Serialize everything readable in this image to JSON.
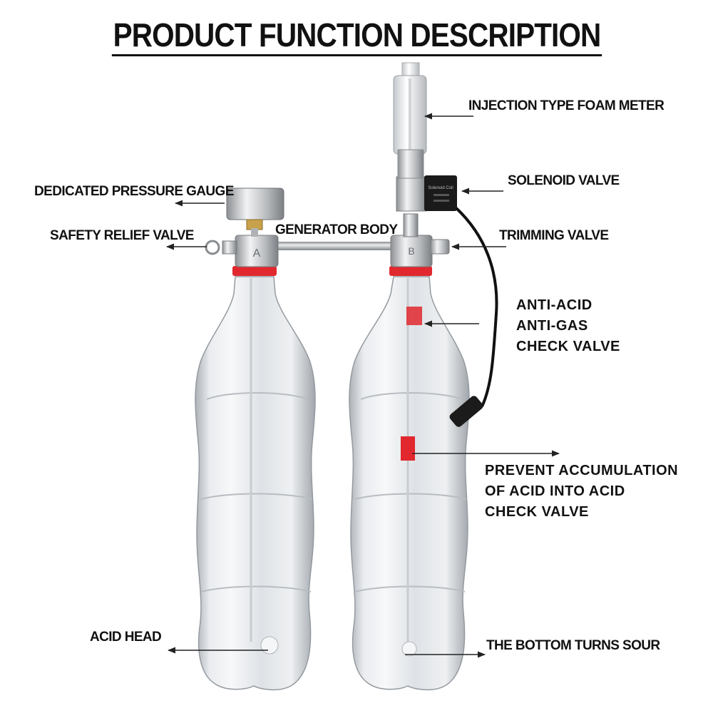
{
  "title": "PRODUCT FUNCTION DESCRIPTION",
  "labels": {
    "foam_meter": "INJECTION TYPE FOAM METER",
    "solenoid": "SOLENOID VALVE",
    "pressure_gauge": "DEDICATED PRESSURE GAUGE",
    "relief_valve": "SAFETY RELIEF VALVE",
    "generator_body": "GENERATOR BODY",
    "trimming_valve": "TRIMMING VALVE",
    "check_valve": [
      "ANTI-ACID",
      "ANTI-GAS",
      "CHECK VALVE"
    ],
    "prevent": [
      "PREVENT ACCUMULATION",
      "OF ACID INTO ACID",
      "CHECK VALVE"
    ],
    "acid_head": "ACID HEAD",
    "bottom_sour": "THE BOTTOM TURNS SOUR"
  },
  "markings": {
    "cap_a": "A",
    "cap_b": "B",
    "solenoid_text": "Solenoid Coil"
  },
  "colors": {
    "bottle": "#dfe3e7",
    "metal": "#c9cbcd",
    "red_ring": "#e0282e",
    "cable": "#111111"
  }
}
